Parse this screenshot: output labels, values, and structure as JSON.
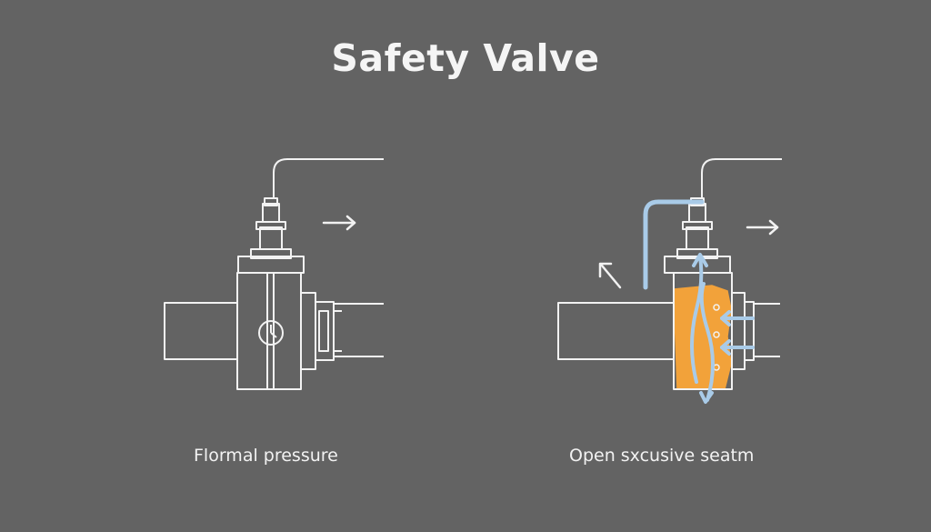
{
  "title": "Safety Valve",
  "panels": [
    {
      "state": "closed",
      "caption": "Flormal pressure",
      "indicator": "clock-gauge-icon"
    },
    {
      "state": "open",
      "caption": "Open sxcusive seatm",
      "indicator": "flow-arrows-icon"
    }
  ],
  "colors": {
    "background": "#636363",
    "line": "#f2f2f2",
    "steam": "#a9cbe8",
    "seat": "#f2a23a"
  }
}
